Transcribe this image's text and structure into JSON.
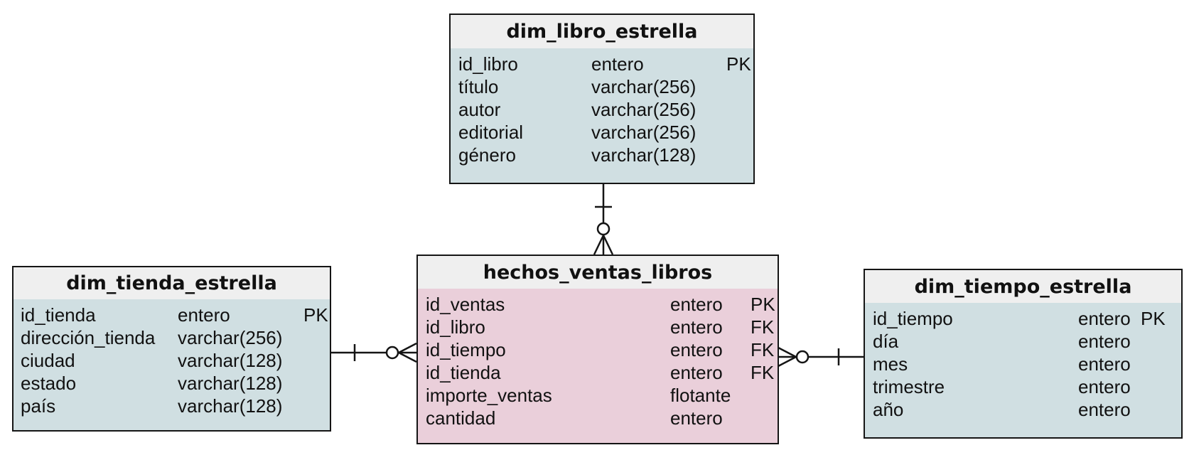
{
  "entities": {
    "libro": {
      "title": "dim_libro_estrella",
      "rows": [
        {
          "name": "id_libro",
          "type": "entero",
          "key": "PK"
        },
        {
          "name": "título",
          "type": "varchar(256)",
          "key": ""
        },
        {
          "name": "autor",
          "type": "varchar(256)",
          "key": ""
        },
        {
          "name": "editorial",
          "type": "varchar(256)",
          "key": ""
        },
        {
          "name": "género",
          "type": "varchar(128)",
          "key": ""
        }
      ]
    },
    "hechos": {
      "title": "hechos_ventas_libros",
      "rows": [
        {
          "name": "id_ventas",
          "type": "entero",
          "key": "PK"
        },
        {
          "name": "id_libro",
          "type": "entero",
          "key": "FK"
        },
        {
          "name": "id_tiempo",
          "type": "entero",
          "key": "FK"
        },
        {
          "name": "id_tienda",
          "type": "entero",
          "key": "FK"
        },
        {
          "name": "importe_ventas",
          "type": "flotante",
          "key": ""
        },
        {
          "name": "cantidad",
          "type": "entero",
          "key": ""
        }
      ]
    },
    "tienda": {
      "title": "dim_tienda_estrella",
      "rows": [
        {
          "name": "id_tienda",
          "type": "entero",
          "key": "PK"
        },
        {
          "name": "dirección_tienda",
          "type": "varchar(256)",
          "key": ""
        },
        {
          "name": "ciudad",
          "type": "varchar(128)",
          "key": ""
        },
        {
          "name": "estado",
          "type": "varchar(128)",
          "key": ""
        },
        {
          "name": "país",
          "type": "varchar(128)",
          "key": ""
        }
      ]
    },
    "tiempo": {
      "title": "dim_tiempo_estrella",
      "rows": [
        {
          "name": "id_tiempo",
          "type": "entero",
          "key": "PK"
        },
        {
          "name": "día",
          "type": "entero",
          "key": ""
        },
        {
          "name": "mes",
          "type": "entero",
          "key": ""
        },
        {
          "name": "trimestre",
          "type": "entero",
          "key": ""
        },
        {
          "name": "año",
          "type": "entero",
          "key": ""
        }
      ]
    }
  },
  "relationships": [
    {
      "from": "dim_libro_estrella",
      "to": "hechos_ventas_libros",
      "cardinality": "one-to-zero-or-many"
    },
    {
      "from": "dim_tienda_estrella",
      "to": "hechos_ventas_libros",
      "cardinality": "one-to-zero-or-many"
    },
    {
      "from": "dim_tiempo_estrella",
      "to": "hechos_ventas_libros",
      "cardinality": "one-to-zero-or-many"
    }
  ],
  "colors": {
    "header": "#efefef",
    "dimension": "#d0dfe2",
    "fact": "#eacfda",
    "line": "#151515"
  }
}
